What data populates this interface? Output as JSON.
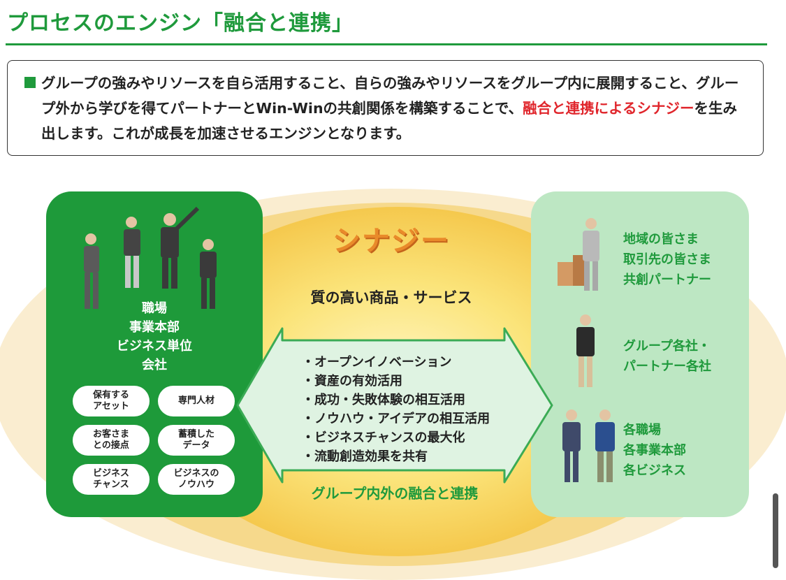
{
  "header": {
    "title": "プロセスのエンジン「融合と連携」"
  },
  "intro": {
    "text_before": "グループの強みやリソースを自ら活用すること、自らの強みやリソースをグループ内に展開すること、グループ外から学びを得てパートナーとWin-Winの共創関係を構築することで、",
    "highlight": "融合と連携によるシナジー",
    "text_after": "を生み出します。これが成長を加速させるエンジンとなります。",
    "highlight_color": "#e0262c"
  },
  "diagram": {
    "synergy": "シナジー",
    "quality": "質の高い商品・サービス",
    "fusion": "グループ内外の融合と連携",
    "bullets": [
      "・オープンイノベーション",
      "・資産の有効活用",
      "・成功・失敗体験の相互活用",
      "・ノウハウ・アイデアの相互活用",
      "・ビジネスチャンスの最大化",
      "・流動創造効果を共有"
    ],
    "left": {
      "labels": [
        "職場",
        "事業本部",
        "ビジネス単位",
        "会社"
      ],
      "pills": [
        "保有する\nアセット",
        "専門人材",
        "お客さま\nとの接点",
        "蓄積した\nデータ",
        "ビジネス\nチャンス",
        "ビジネスの\nノウハウ"
      ]
    },
    "right": {
      "group1": [
        "地域の皆さま",
        "取引先の皆さま",
        "共創パートナー"
      ],
      "group2": [
        "グループ各社・",
        "パートナー各社"
      ],
      "group3": [
        "各職場",
        "各事業本部",
        "各ビジネス"
      ]
    }
  },
  "colors": {
    "green": "#1f9a3c",
    "light_green": "#bde7c3",
    "orange": "#e98a2a"
  }
}
